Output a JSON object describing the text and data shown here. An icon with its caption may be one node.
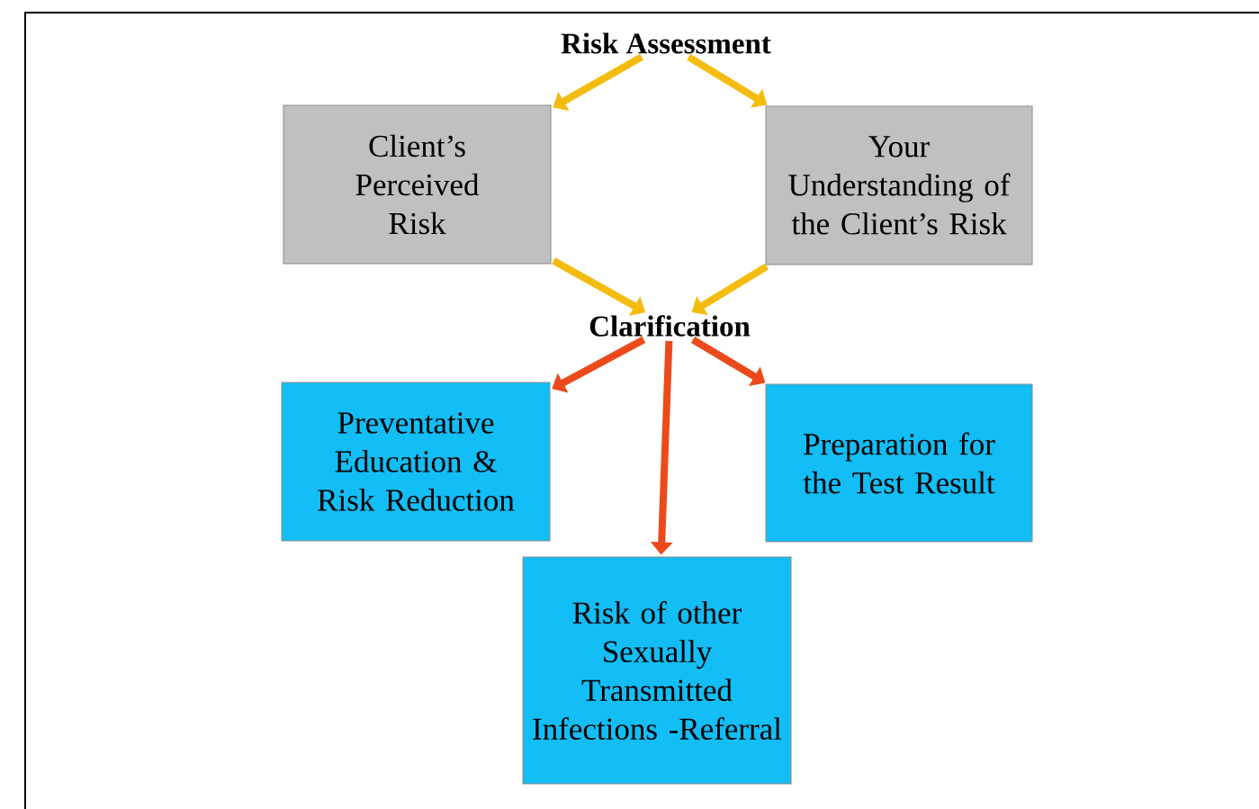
{
  "diagram": {
    "nodes": [
      {
        "text": [
          "Risk Assessment"
        ]
      },
      {
        "text": [
          "Client’s Perceived Risk"
        ]
      },
      {
        "text": [
          "Your Understanding of the Client’s Risk"
        ]
      },
      {
        "text": [
          "Clarification"
        ]
      },
      {
        "text": [
          "Preventative Education & Risk Reduction"
        ]
      },
      {
        "text": [
          "Preparation for the Test Result"
        ]
      },
      {
        "text": [
          "Risk of other Sexually Transmitted Infections -Referral"
        ]
      }
    ],
    "edges": [
      {
        "from": 0,
        "to": 1,
        "arrow": "to"
      },
      {
        "from": 0,
        "to": 2,
        "arrow": "to"
      },
      {
        "from": 1,
        "to": 3,
        "arrow": "to"
      },
      {
        "from": 2,
        "to": 3,
        "arrow": "to"
      },
      {
        "from": 3,
        "to": 4,
        "arrow": "to",
        "color": "#ec4a1c"
      },
      {
        "from": 3,
        "to": 5,
        "arrow": "to",
        "color": "#ec4a1c"
      },
      {
        "from": 3,
        "to": 6,
        "arrow": "to",
        "color": "#ec4a1c"
      }
    ]
  }
}
